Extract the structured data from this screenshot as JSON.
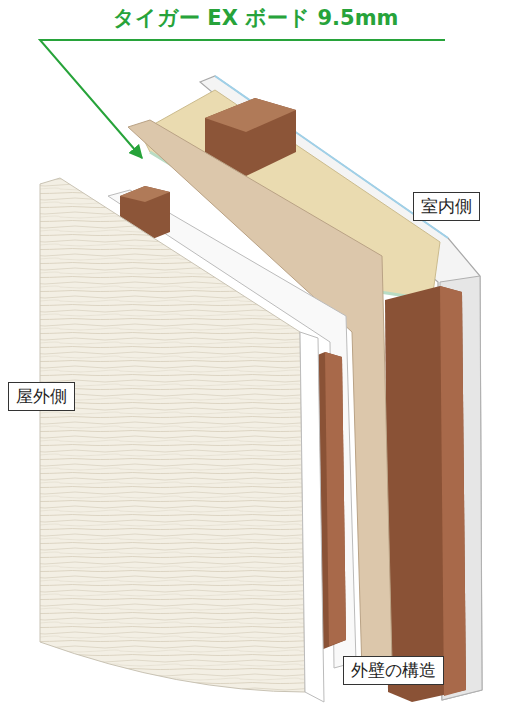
{
  "diagram": {
    "nodes": [
      {
        "text": [
          "室内側"
        ]
      },
      {
        "text": [
          "屋外側"
        ]
      },
      {
        "text": [
          "外壁の構造"
        ]
      }
    ],
    "labels": [
      "タイガー EX ボード 9.5mm"
    ]
  }
}
